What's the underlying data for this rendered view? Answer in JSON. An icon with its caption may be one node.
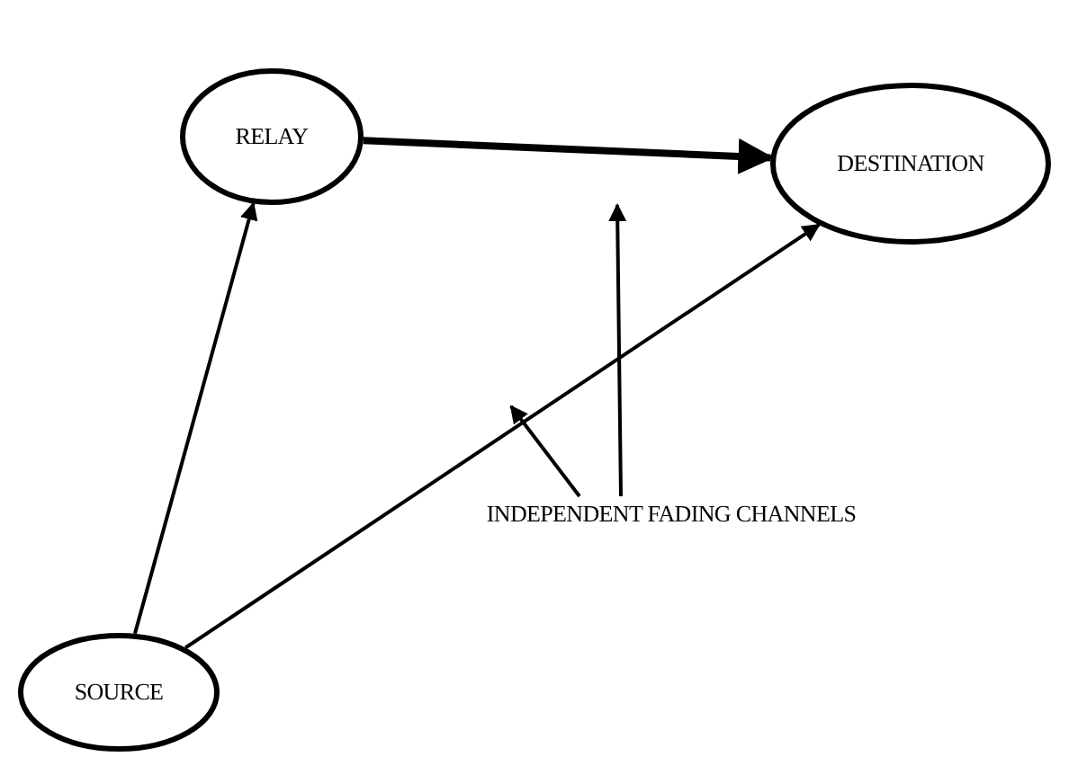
{
  "diagram": {
    "nodes": [
      {
        "text": [
          "RELAY"
        ]
      },
      {
        "text": [
          "DESTINATION"
        ]
      },
      {
        "text": [
          "SOURCE"
        ]
      },
      {
        "text": [
          "INDEPENDENT FADING CHANNELS"
        ]
      }
    ],
    "edges": [
      {
        "from": 2,
        "to": 0,
        "arrow": "to"
      },
      {
        "from": 0,
        "to": 1,
        "arrow": "to",
        "style": "thick"
      },
      {
        "from": 2,
        "to": 1,
        "arrow": "to"
      },
      {
        "from": 3,
        "to": null,
        "arrow": "to"
      },
      {
        "from": 3,
        "to": null,
        "arrow": "to"
      }
    ]
  }
}
